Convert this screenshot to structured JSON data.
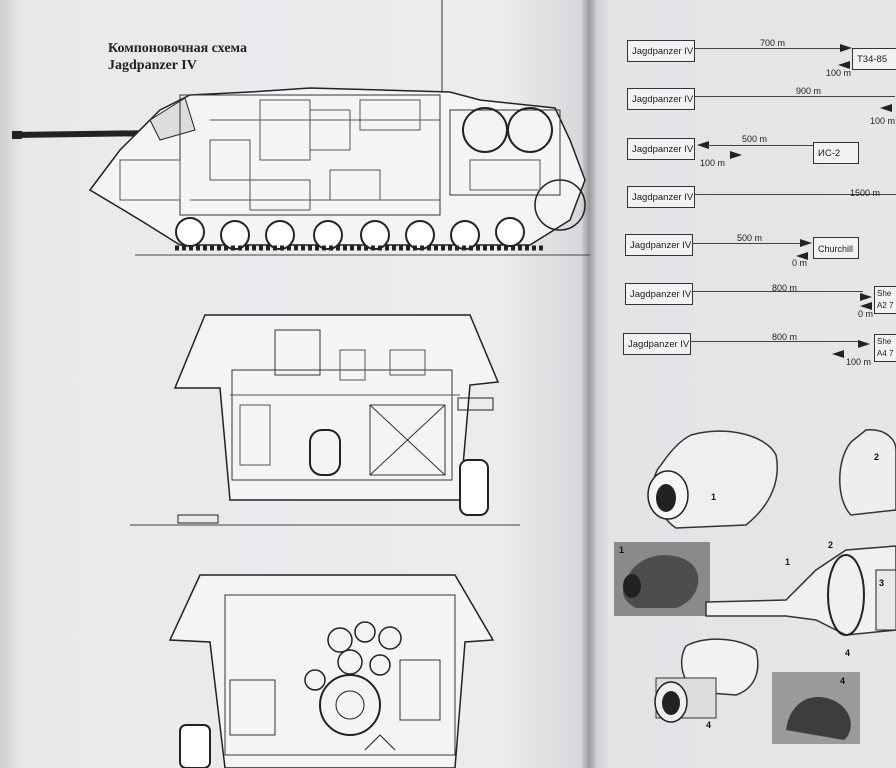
{
  "left_page": {
    "title_line1": "Компоновочная схема",
    "title_line2": "Jagdpanzer IV"
  },
  "range_diagram": {
    "rows": [
      {
        "vehicle": "Jagdpanzer IV",
        "distance_top": "700 m",
        "target": "T34-85",
        "distance_bottom": "100 m"
      },
      {
        "vehicle": "Jagdpanzer IV",
        "distance_top": "900 m",
        "target": "",
        "distance_bottom": "100 m"
      },
      {
        "vehicle": "Jagdpanzer IV",
        "distance_top": "500 m",
        "target": "ИС-2",
        "distance_bottom": "100 m"
      },
      {
        "vehicle": "Jagdpanzer IV",
        "distance_top": "1500 m",
        "target": "",
        "distance_bottom": ""
      },
      {
        "vehicle": "Jagdpanzer IV",
        "distance_top": "500 m",
        "target": "Churchill",
        "distance_bottom": "0 m"
      },
      {
        "vehicle": "Jagdpanzer IV",
        "distance_top": "800 m",
        "target": "She A2 7",
        "distance_bottom": "0 m"
      },
      {
        "vehicle": "Jagdpanzer IV",
        "distance_top": "800 m",
        "target": "She A4 7",
        "distance_bottom": "100 m"
      }
    ]
  },
  "photo_labels": {
    "p1": "1",
    "p2": "2",
    "p1b": "1",
    "p2b": "2",
    "p3": "3",
    "p1c": "1",
    "p4": "4",
    "p4b": "4",
    "p4c": "4"
  },
  "colors": {
    "paper": "#ececef",
    "ink": "#222222"
  }
}
